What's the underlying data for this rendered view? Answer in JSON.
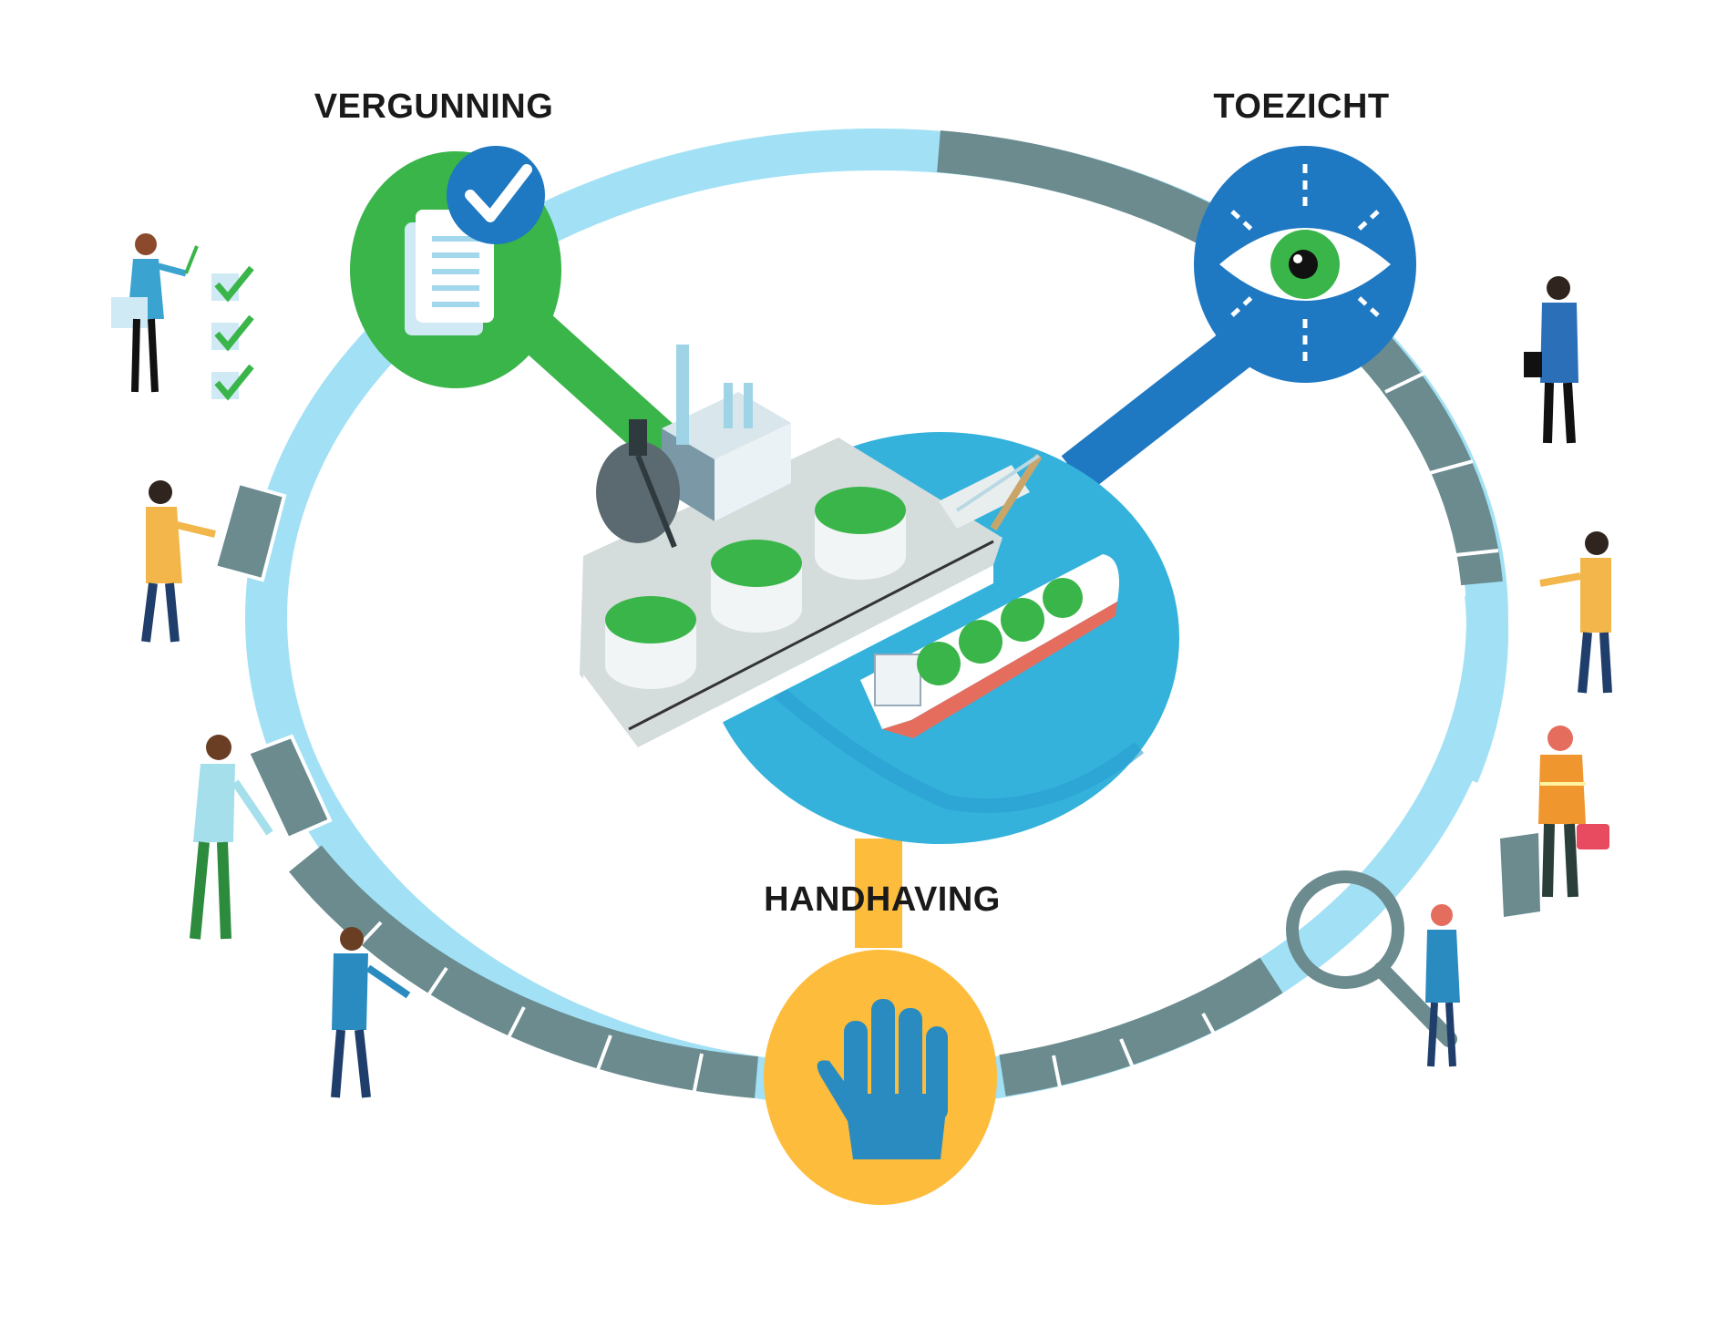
{
  "labels": {
    "vergunning": "VERGUNNING",
    "toezicht": "TOEZICHT",
    "handhaving": "HANDHAVING"
  },
  "colors": {
    "ring_light": "#a2e1f5",
    "ring_dark": "#6b8b8f",
    "green": "#3ab54a",
    "blue": "#1e78c2",
    "yellow": "#fdbc3b",
    "water": "#34b2dc",
    "hand": "#2a8bc0"
  },
  "icons": {
    "vergunning": "permit-document-check-icon",
    "toezicht": "eye-icon",
    "handhaving": "stop-hand-icon",
    "search": "magnifying-glass-icon"
  }
}
